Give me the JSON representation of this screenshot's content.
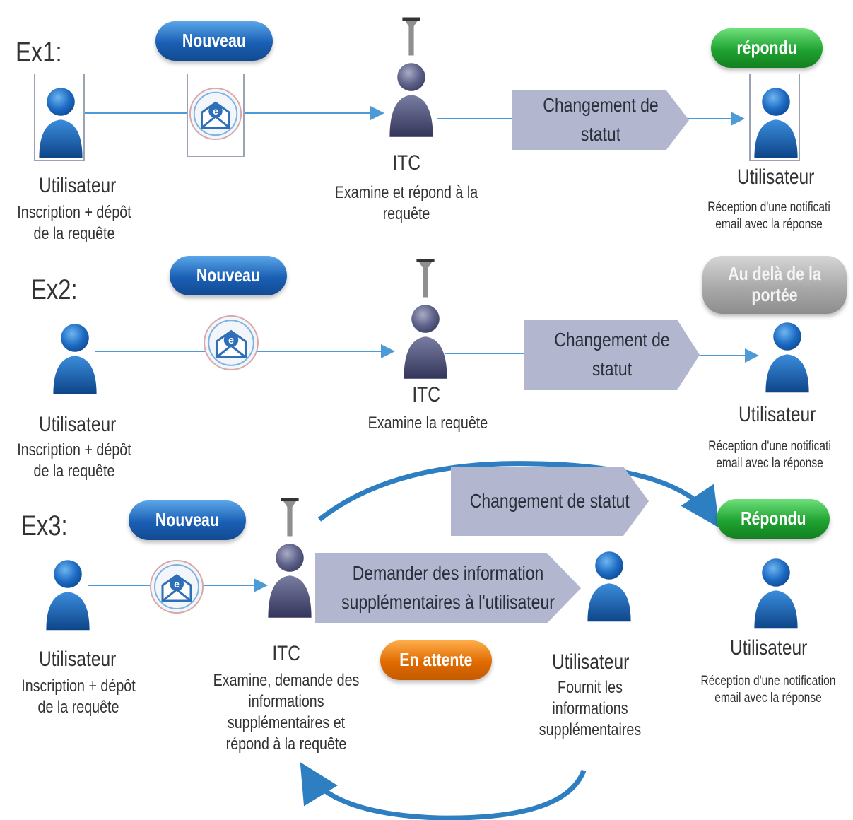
{
  "examples": [
    {
      "label": "Ex1:",
      "badge_new": "Nouveau",
      "arrow_text": "Changement de statut",
      "status_badge": "répondu",
      "user_start": {
        "name": "Utilisateur",
        "desc": "Inscription + dépôt de la requête"
      },
      "itc": {
        "name": "ITC",
        "desc": "Examine et répond à la requête"
      },
      "user_end": {
        "name": "Utilisateur",
        "desc": "Réception d'une notificati email avec la réponse"
      }
    },
    {
      "label": "Ex2:",
      "badge_new": "Nouveau",
      "arrow_text": "Changement de statut",
      "status_badge": "Au delà de la portée",
      "user_start": {
        "name": "Utilisateur",
        "desc": "Inscription + dépôt de la requête"
      },
      "itc": {
        "name": "ITC",
        "desc": "Examine la requête"
      },
      "user_end": {
        "name": "Utilisateur",
        "desc": "Réception d'une notificati email avec la réponse"
      }
    },
    {
      "label": "Ex3:",
      "badge_new": "Nouveau",
      "arrow_text": "Changement de statut",
      "request_arrow_text": "Demander des information supplémentaires à l'utilisateur",
      "status_badge": "Répondu",
      "pending_badge": "En attente",
      "user_start": {
        "name": "Utilisateur",
        "desc": "Inscription + dépôt de la requête"
      },
      "itc": {
        "name": "ITC",
        "desc": "Examine, demande des informations supplémentaires et répond à la requête"
      },
      "user_middle": {
        "name": "Utilisateur",
        "desc": "Fournit les informations supplémentaires"
      },
      "user_end": {
        "name": "Utilisateur",
        "desc": "Réception d'une notification email avec la réponse"
      }
    }
  ],
  "colors": {
    "badge_blue": "#1a5fb4",
    "badge_green": "#1fa332",
    "badge_gray": "#a9a9a9",
    "badge_orange": "#e06b00",
    "arrow_fill": "#b3b6cf",
    "flow_line": "#4d9bd6"
  },
  "icons": {
    "user": "user-icon",
    "itc": "itc-agent-icon",
    "email": "email-envelope-icon"
  }
}
